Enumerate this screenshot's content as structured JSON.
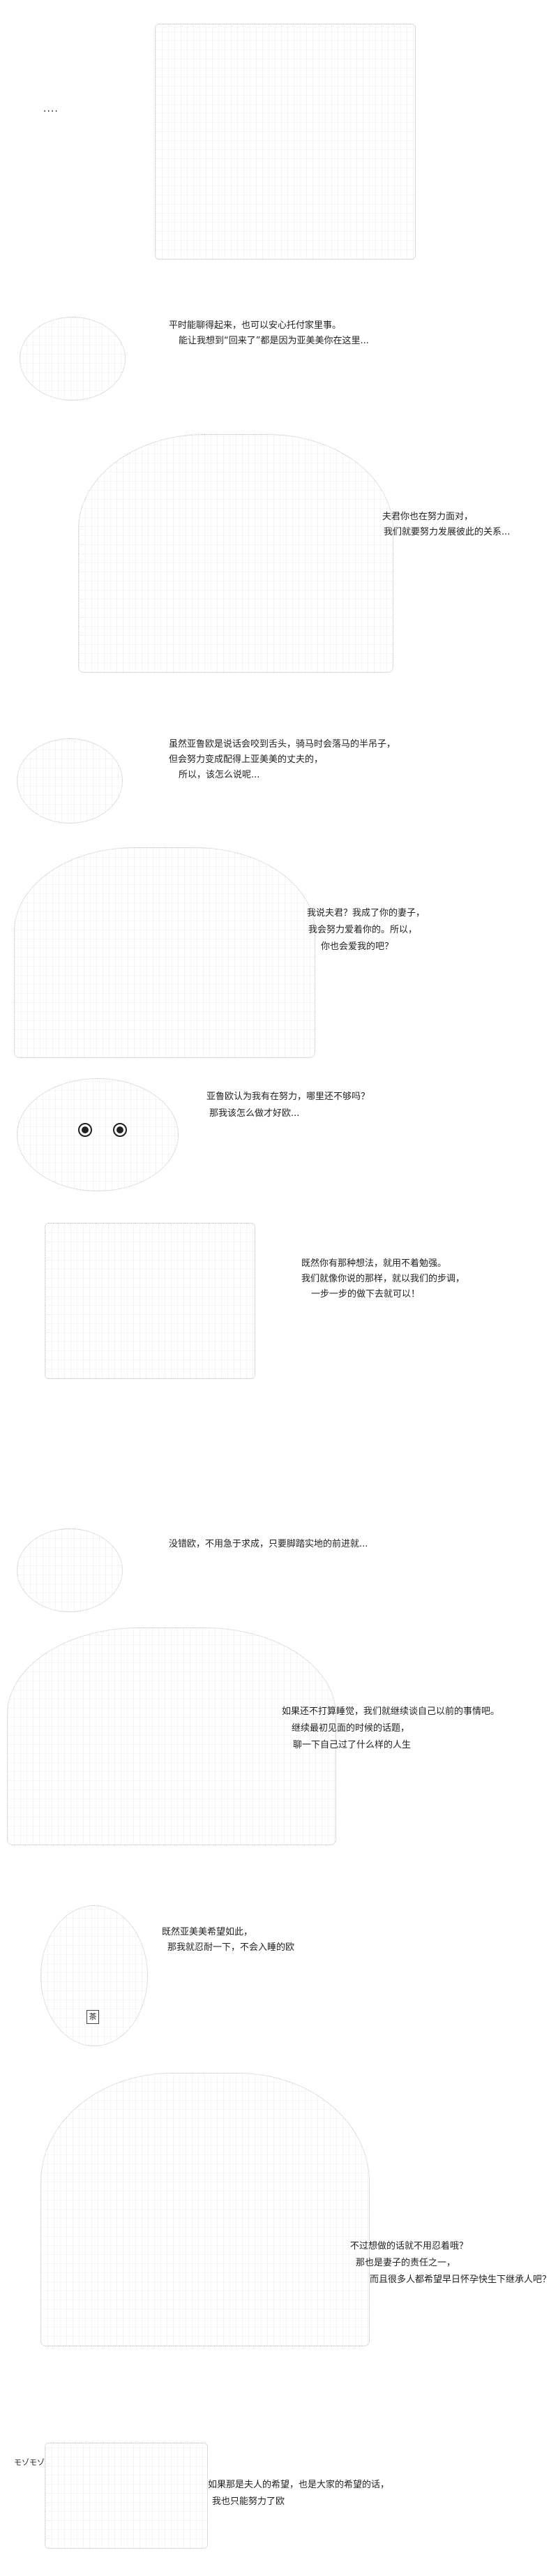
{
  "panels": [
    {
      "id": "p1",
      "lines": [
        "...."
      ]
    },
    {
      "id": "p2",
      "lines": [
        "平时能聊得起来，也可以安心托付家里事。",
        "能让我想到“回来了”都是因为亚美美你在这里..."
      ]
    },
    {
      "id": "p3",
      "lines": [
        "夫君你也在努力面对，",
        "我们就要努力发展彼此的关系..."
      ]
    },
    {
      "id": "p4",
      "lines": [
        "虽然亚鲁欧是说话会咬到舌头，骑马时会落马的半吊子，",
        "但会努力变成配得上亚美美的丈夫的，",
        "所以，该怎么说呢..."
      ]
    },
    {
      "id": "p5",
      "lines": [
        "我说夫君？我成了你的妻子，",
        "我会努力爱着你的。所以，",
        "你也会爱我的吧？"
      ]
    },
    {
      "id": "p6",
      "lines": [
        "亚鲁欧认为我有在努力，哪里还不够吗？",
        "那我该怎么做才好欧..."
      ]
    },
    {
      "id": "p7",
      "lines": [
        "既然你有那种想法，就用不着勉强。",
        "我们就像你说的那样，就以我们的步调，",
        "一步一步的做下去就可以！"
      ]
    },
    {
      "id": "p8",
      "lines": [
        "没错欧，不用急于求成，只要脚踏实地的前进就..."
      ]
    },
    {
      "id": "p9",
      "lines": [
        "如果还不打算睡觉，我们就继续谈自己以前的事情吧。",
        "继续最初见面的时候的话题，",
        "聊一下自己过了什么样的人生"
      ]
    },
    {
      "id": "p10",
      "lines": [
        "既然亚美美希望如此，",
        "那我就忍耐一下，不会入睡的欧"
      ],
      "prop_label": "茶"
    },
    {
      "id": "p11",
      "lines": [
        "不过想做的话就不用忍着哦？",
        "那也是妻子的责任之一，",
        "而且很多人都希望早日怀孕快生下继承人吧？"
      ]
    },
    {
      "id": "p12",
      "lines": [
        "如果那是夫人的希望，也是大家的希望的话，",
        "我也只能努力了欧"
      ],
      "sfx": "モゾモゾ"
    }
  ]
}
